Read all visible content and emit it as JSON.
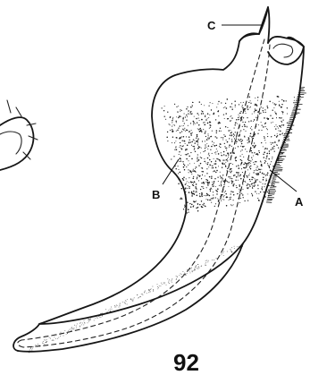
{
  "figure": {
    "number": "92",
    "labels": {
      "a": "A",
      "b": "B",
      "c": "C"
    }
  },
  "colors": {
    "ink": "#161616",
    "background": "#ffffff"
  }
}
